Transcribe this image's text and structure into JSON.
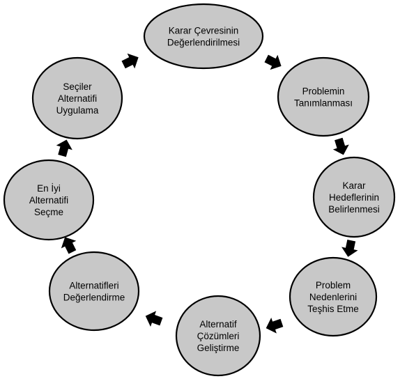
{
  "colors": {
    "node_fill": "#c8c8c8",
    "node_stroke": "#000000",
    "arrow": "#000000",
    "background": "#ffffff"
  },
  "nodes": [
    {
      "id": "karar-cevresinin-degerlendirilmesi",
      "lines": [
        "Karar Çevresinin",
        "Değerlendirilmesi"
      ]
    },
    {
      "id": "problemin-tanimlanmasi",
      "lines": [
        "Problemin",
        "Tanımlanması"
      ]
    },
    {
      "id": "karar-hedeflerinin-belirlenmesi",
      "lines": [
        "Karar",
        "Hedeflerinin",
        "Belirlenmesi"
      ]
    },
    {
      "id": "problem-nedenlerini-teshis-etme",
      "lines": [
        "Problem",
        "Nedenlerini",
        "Teşhis Etme"
      ]
    },
    {
      "id": "alternatif-cozumleri-gelistirme",
      "lines": [
        "Alternatif",
        "Çözümleri",
        "Geliştirme"
      ]
    },
    {
      "id": "alternatifleri-degerlendirme",
      "lines": [
        "Alternatifleri",
        "Değerlendirme"
      ]
    },
    {
      "id": "en-iyi-alternatifi-secme",
      "lines": [
        "En İyi",
        "Alternatifi",
        "Seçme"
      ]
    },
    {
      "id": "secilen-alternatifi-uygulama",
      "lines": [
        "Seçiler",
        "Alternatifi",
        "Uygulama"
      ]
    }
  ],
  "arrows": [
    {
      "from": "karar-cevresinin-degerlendirilmesi",
      "to": "problemin-tanimlanmasi"
    },
    {
      "from": "problemin-tanimlanmasi",
      "to": "karar-hedeflerinin-belirlenmesi"
    },
    {
      "from": "karar-hedeflerinin-belirlenmesi",
      "to": "problem-nedenlerini-teshis-etme"
    },
    {
      "from": "problem-nedenlerini-teshis-etme",
      "to": "alternatif-cozumleri-gelistirme"
    },
    {
      "from": "alternatif-cozumleri-gelistirme",
      "to": "alternatifleri-degerlendirme"
    },
    {
      "from": "alternatifleri-degerlendirme",
      "to": "en-iyi-alternatifi-secme"
    },
    {
      "from": "en-iyi-alternatifi-secme",
      "to": "secilen-alternatifi-uygulama"
    },
    {
      "from": "secilen-alternatifi-uygulama",
      "to": "karar-cevresinin-degerlendirilmesi"
    }
  ]
}
